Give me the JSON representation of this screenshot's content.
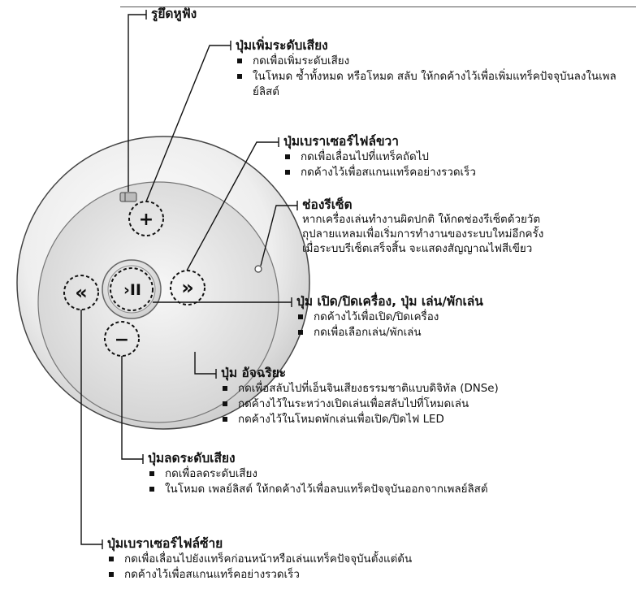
{
  "callouts": {
    "headphone_jack": {
      "title": "รูยึดหูฟัง"
    },
    "volume_up": {
      "title": "ปุ่มเพิ่มระดับเสียง",
      "bullets": [
        "กดเพื่อเพิ่มระดับเสียง",
        "ในโหมด ซ้ำทั้งหมด หรือโหมด สลับ ให้กดค้างไว้เพื่อเพิ่มแทร็คปัจจุบันลงในเพลย์ลิสต์"
      ]
    },
    "browse_right": {
      "title": "ปุ่มเบราเซอร์ไฟล์ขวา",
      "bullets": [
        "กดเพื่อเลื่อนไปที่แทร็คถัดไป",
        "กดค้างไว้เพื่อสแกนแทร็คอย่างรวดเร็ว"
      ]
    },
    "reset_hole": {
      "title": "ช่องรีเซ็ต",
      "lines": [
        "หากเครื่องเล่นทำงานผิดปกติ ให้กดช่องรีเซ็ตด้วยวัต",
        "ถุปลายแหลมเพื่อเริ่มการทำงานของระบบใหม่อีกครั้ง",
        "เมื่อระบบรีเซ็ตเสร็จสิ้น จะแสดงสัญญาณไฟสีเขียว"
      ]
    },
    "power_play": {
      "title": "ปุ่ม เปิด/ปิดเครื่อง, ปุ่ม เล่น/พักเล่น",
      "bullets": [
        "กดค้างไว้เพื่อเปิด/ปิดเครื่อง",
        "กดเพื่อเลือกเล่น/พักเล่น"
      ]
    },
    "smart": {
      "title": "ปุ่ม อัจฉริยะ",
      "bullets": [
        "กดเพื่อสลับไปที่เอ็นจินเสียงธรรมชาติแบบดิจิทัล (DNSe)",
        "กดค้างไว้ในระหว่างเปิดเล่นเพื่อสลับไปที่โหมดเล่น",
        "กดค้างไว้ในโหมดพักเล่นเพื่อเปิด/ปิดไฟ LED"
      ]
    },
    "volume_down": {
      "title": "ปุ่มลดระดับเสียง",
      "bullets": [
        "กดเพื่อลดระดับเสียง",
        "ในโหมด เพลย์ลิสต์ ให้กดค้างไว้เพื่อลบแทร็คปัจจุบันออกจากเพลย์ลิสต์"
      ]
    },
    "browse_left": {
      "title": "ปุ่มเบราเซอร์ไฟล์ซ้าย",
      "bullets": [
        "กดเพื่อเลื่อนไปยังแทร็คก่อนหน้าหรือเล่นแทร็คปัจจุบันตั้งแต่ต้น",
        "กดค้างไว้เพื่อสแกนแทร็คอย่างรวดเร็ว"
      ]
    }
  },
  "device": {
    "plus_symbol": "+",
    "minus_symbol": "−",
    "forward_symbol": "»",
    "back_symbol": "«",
    "play_symbol": "›II"
  }
}
